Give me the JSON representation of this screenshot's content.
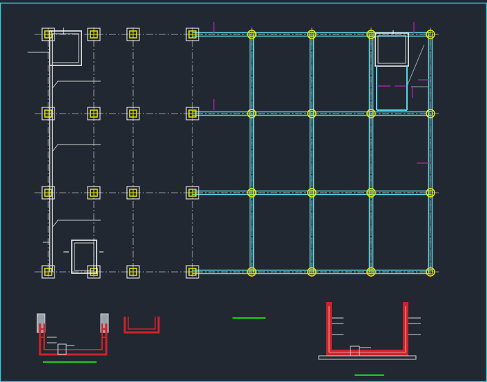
{
  "canvas": {
    "background": "#222831",
    "frame_color": "#2fd0d8"
  },
  "colors": {
    "axis": "#b9bec6",
    "column_fill": "#e8e800",
    "column_outline": "#ffffff",
    "beam": "#53d6e4",
    "beam_dark": "#2a8f9a",
    "slab_hatch": "#d8d8d8",
    "leader": "#d0d0d0",
    "magenta_mark": "#c020c0",
    "rebar": "#d0222a",
    "green_underline": "#19d019",
    "gray": "#9aa0a8"
  },
  "plan": {
    "left_axes": 4,
    "right_bays": 3,
    "rows": 4,
    "stairwells": 3
  },
  "details": {
    "sections": [
      "trench-section-left",
      "trench-section-small",
      "trench-section-right"
    ]
  }
}
